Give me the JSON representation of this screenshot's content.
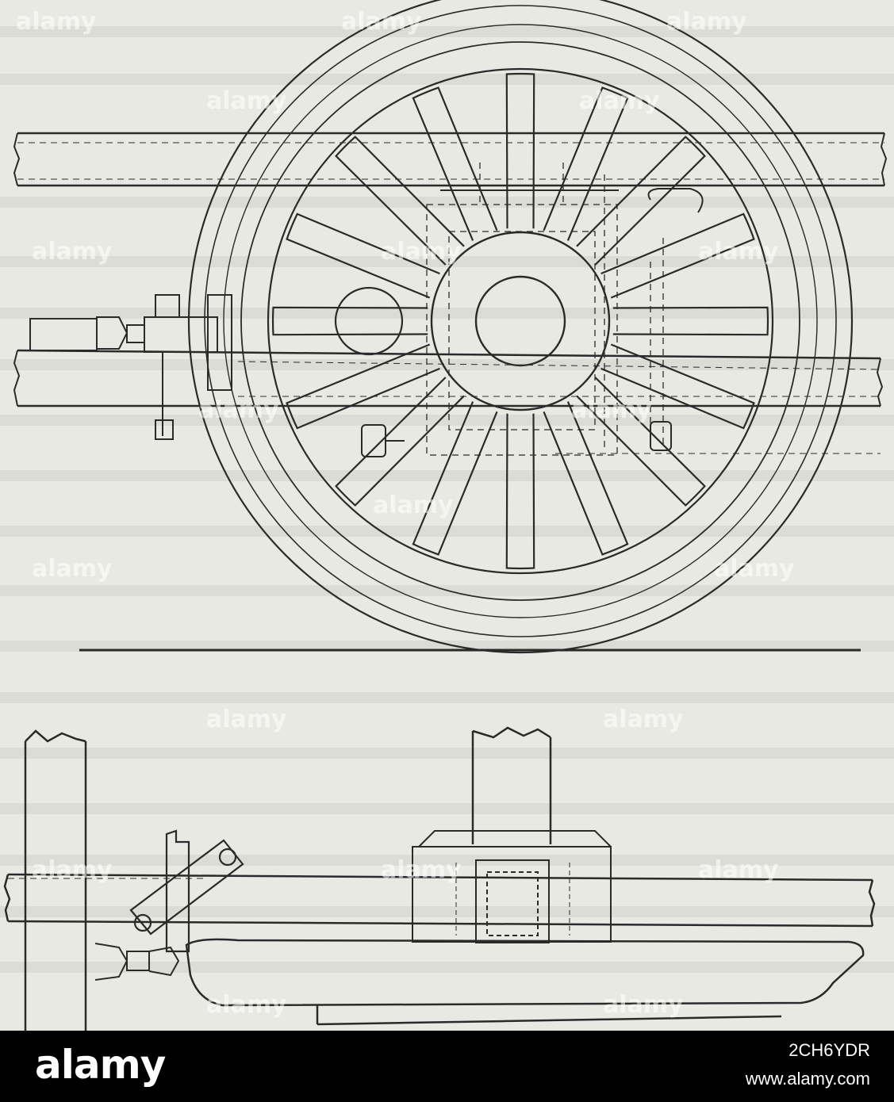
{
  "watermark": {
    "text": "alamy"
  },
  "footer": {
    "logo": "alamy",
    "image_id": "2CH6YDR",
    "url": "www.alamy.com"
  },
  "colors": {
    "paper": "#e9e9e4",
    "ink": "#2a2a2a",
    "footer_bg": "#000000",
    "footer_text": "#ffffff"
  },
  "wheel": {
    "spoke_count": 16
  }
}
